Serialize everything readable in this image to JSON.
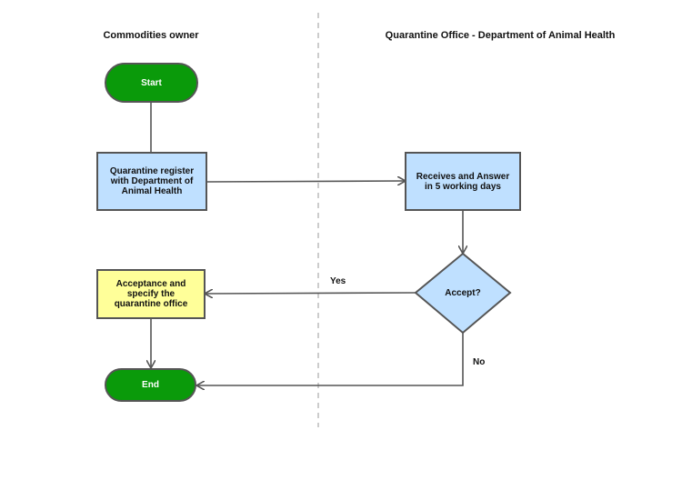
{
  "lanes": {
    "left": "Commodities owner",
    "right": "Quarantine Office - Department of Animal Health"
  },
  "nodes": {
    "start": "Start",
    "register": "Quarantine register with Department of Animal Health",
    "receives": "Receives and Answer in 5 working days",
    "accept": "Accept?",
    "acceptance": "Acceptance and specify the quarantine office",
    "end": "End"
  },
  "edges": {
    "yes": "Yes",
    "no": "No"
  },
  "colors": {
    "terminal": "#0a9a0a",
    "process": "#bfe0ff",
    "highlight": "#ffff99",
    "border": "#555555",
    "lane_divider": "#bbbbbb"
  }
}
